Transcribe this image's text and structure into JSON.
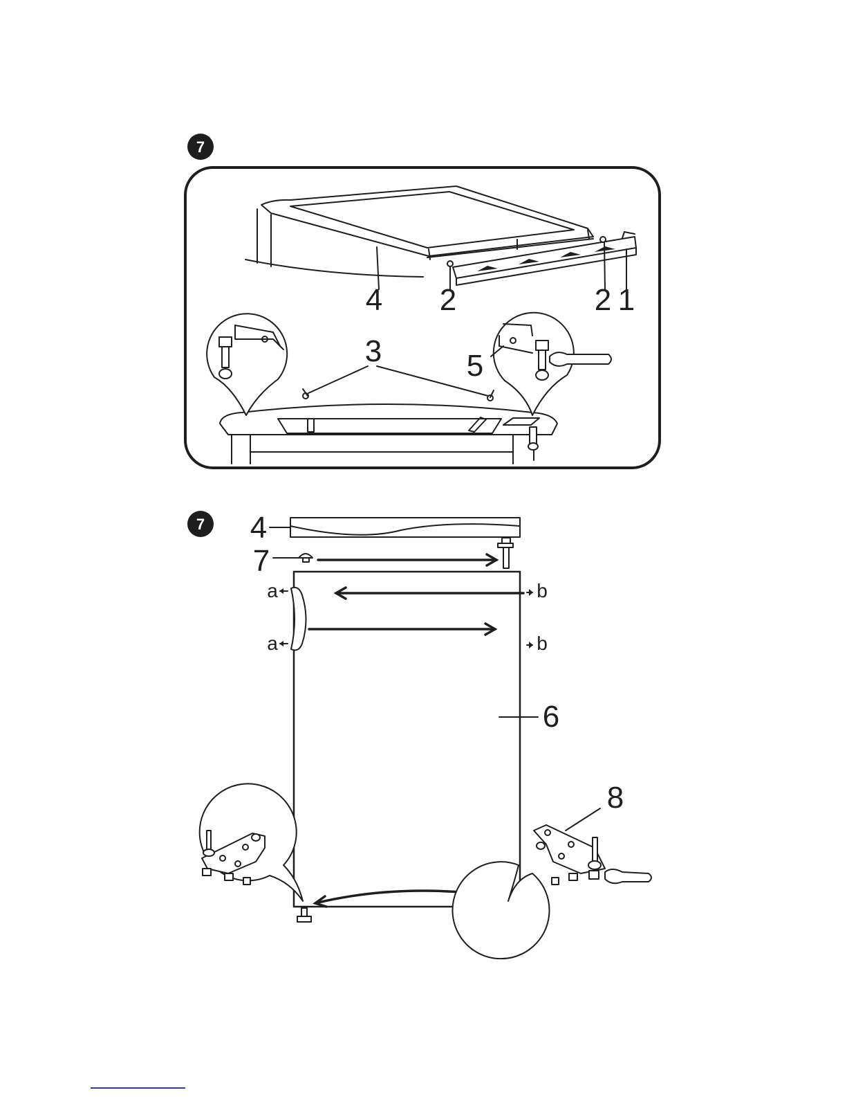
{
  "steps": {
    "top_badge": "7",
    "bottom_badge": "7"
  },
  "top_panel": {
    "callouts": {
      "c4": "4",
      "c2a": "2",
      "c2b": "2",
      "c1": "1",
      "c3": "3",
      "c5": "5"
    }
  },
  "bottom_panel": {
    "callouts": {
      "c4": "4",
      "c7": "7",
      "c6": "6",
      "c8": "8",
      "a_top": "a",
      "a_bottom": "a",
      "b_top": "b",
      "b_bottom": "b"
    }
  },
  "colors": {
    "ink": "#1e1e1e",
    "badge": "#1e1e1e",
    "footer_link": "#3333cc"
  }
}
